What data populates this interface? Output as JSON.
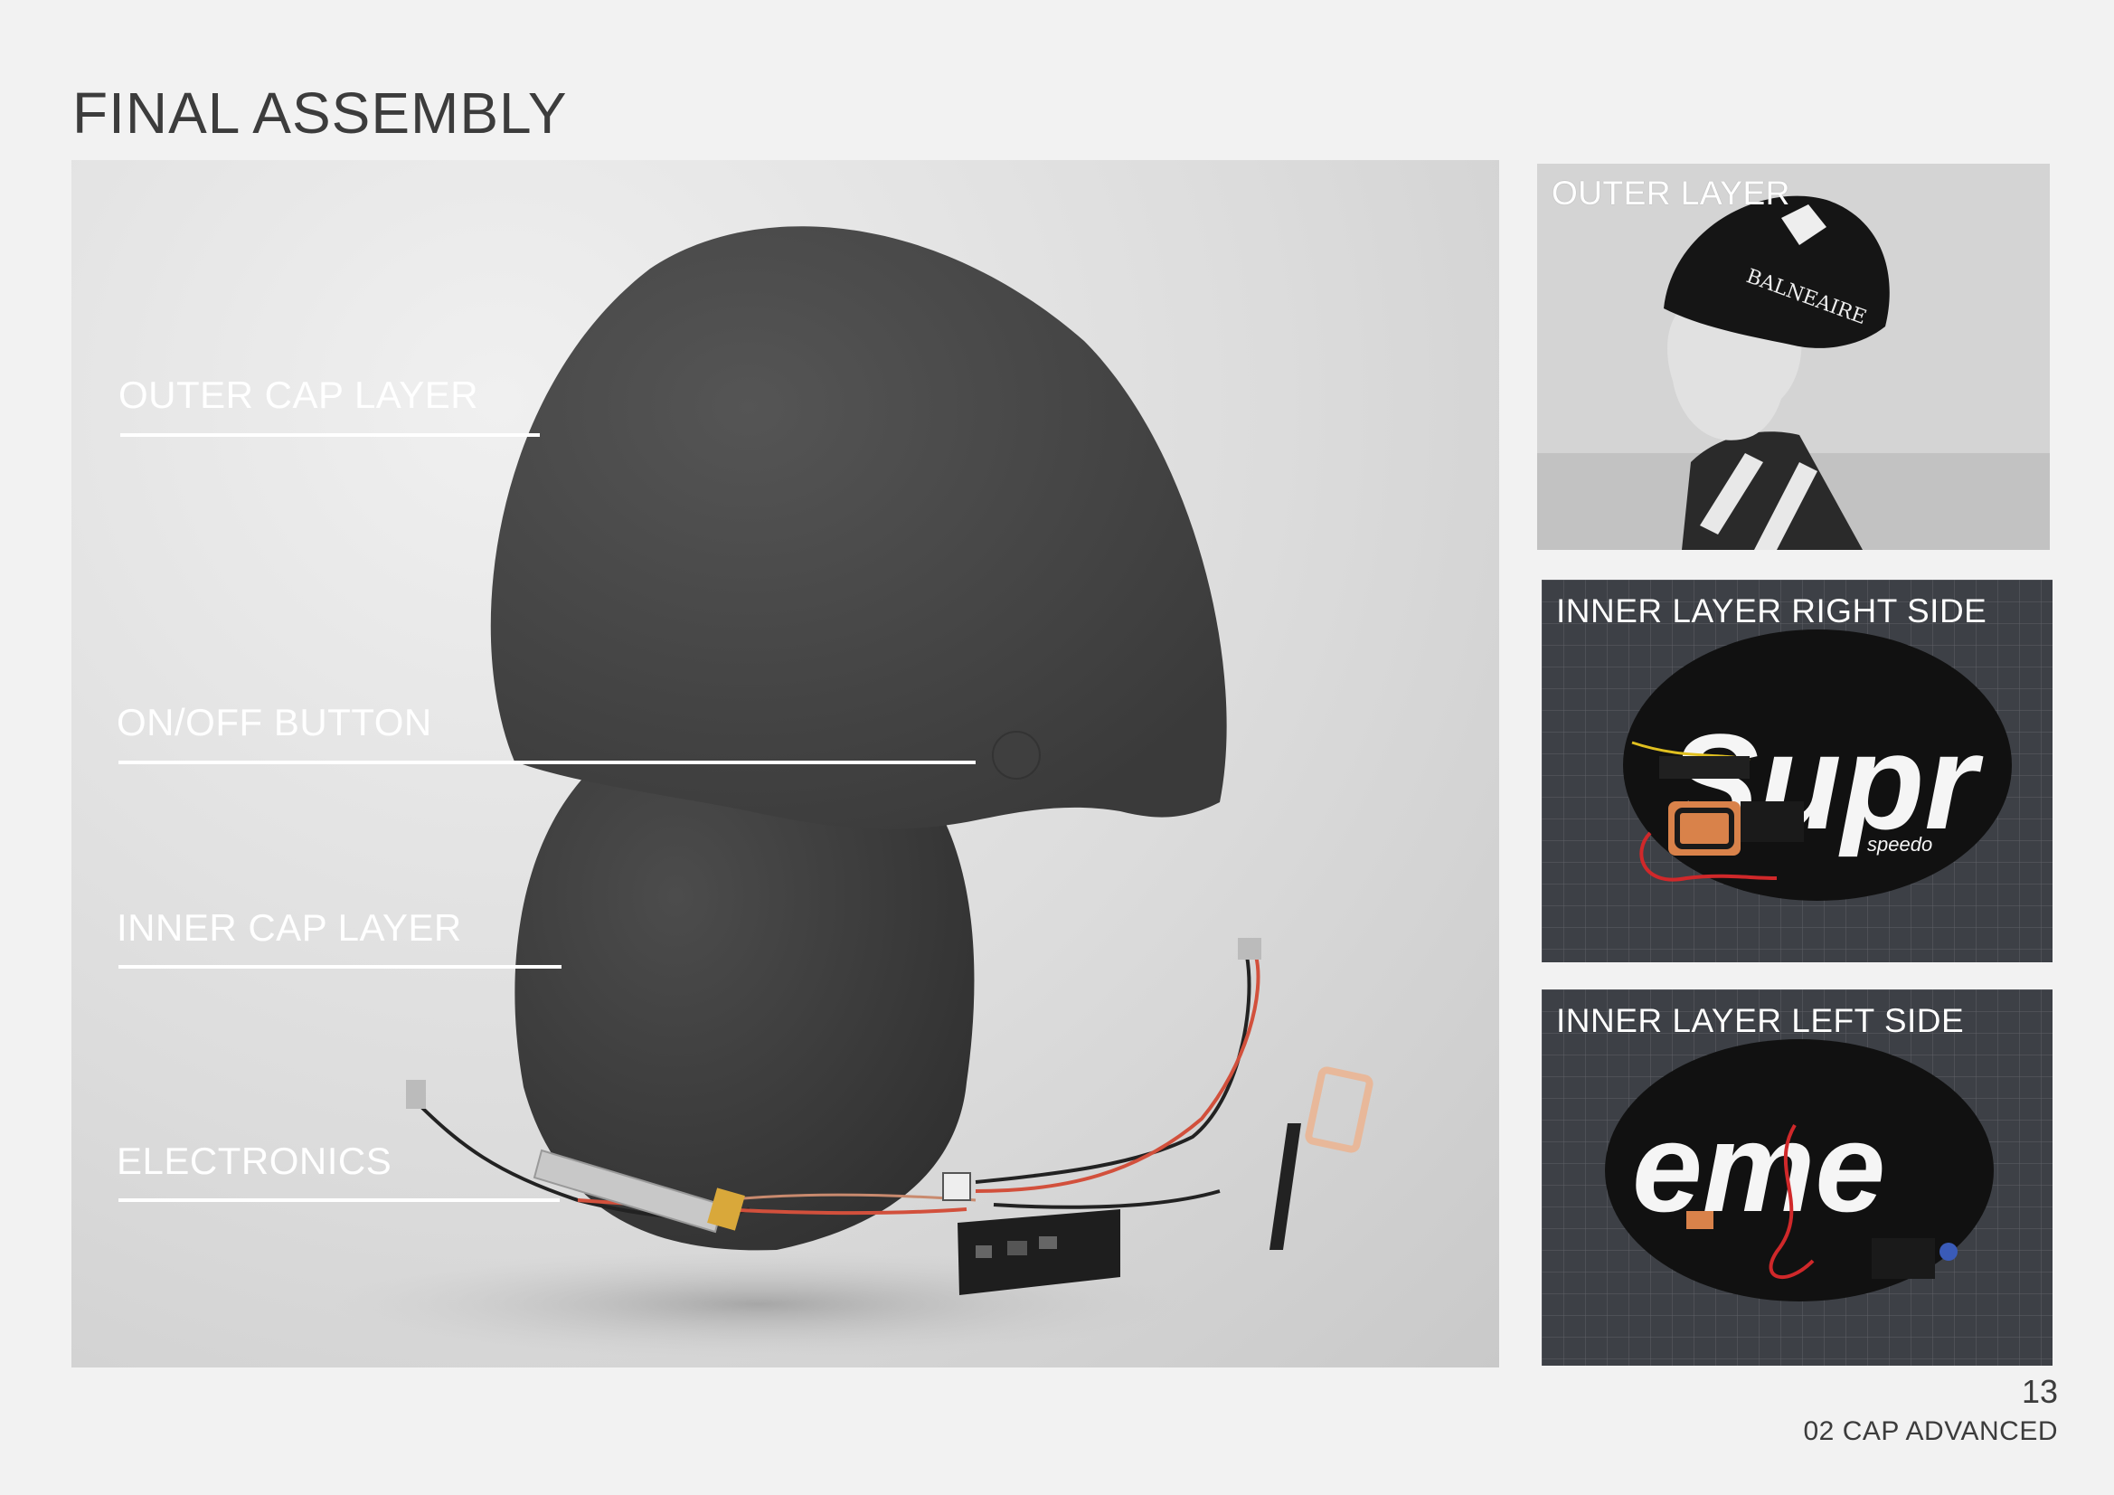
{
  "page": {
    "title": "FINAL ASSEMBLY",
    "page_number": "13",
    "section": "02 CAP ADVANCED"
  },
  "main_figure": {
    "callouts": {
      "outer_cap": "OUTER CAP LAYER",
      "button": "ON/OFF BUTTON",
      "inner_cap": "INNER CAP LAYER",
      "electronics": "ELECTRONICS"
    }
  },
  "thumbnails": {
    "outer": {
      "label": "OUTER LAYER",
      "cap_print": "BALNEAIRE"
    },
    "inner_right": {
      "label": "INNER LAYER RIGHT SIDE",
      "cap_print": "Supr",
      "brand": "speedo"
    },
    "inner_left": {
      "label": "INNER LAYER LEFT SIDE",
      "cap_print": "eme"
    }
  },
  "colors": {
    "background": "#f2f2f2",
    "cap": "#4a4a4a",
    "text_dark": "#3c3c3c",
    "callout": "#ffffff",
    "wire_red": "#d2503c"
  }
}
